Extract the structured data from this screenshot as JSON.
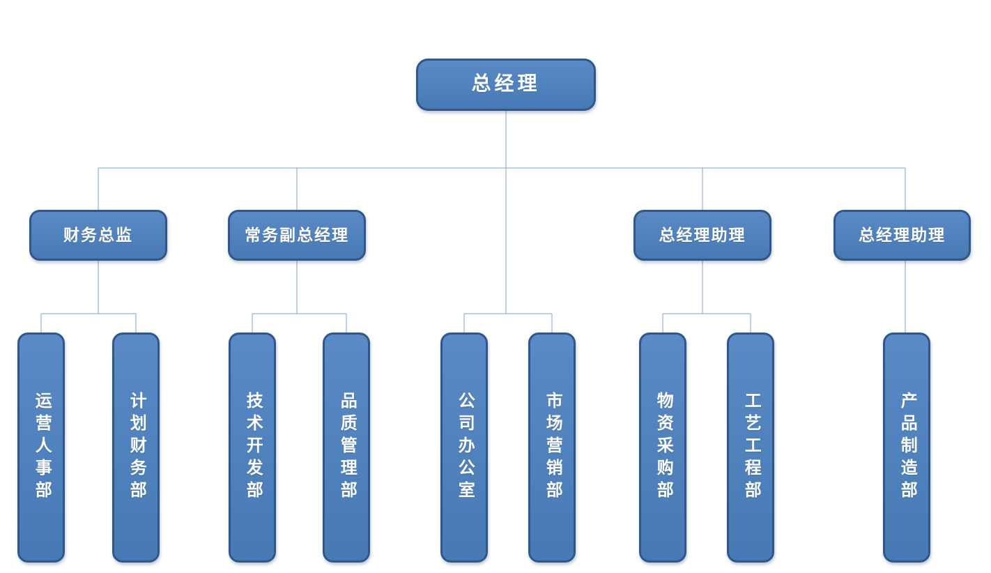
{
  "diagram": {
    "type": "org-chart",
    "root": {
      "label": "总经理"
    },
    "managers": [
      {
        "label": "财务总监",
        "reports_to": "总经理"
      },
      {
        "label": "常务副总经理",
        "reports_to": "总经理"
      },
      {
        "label": "总经理助理",
        "reports_to": "总经理"
      },
      {
        "label": "总经理助理",
        "reports_to": "总经理"
      }
    ],
    "departments": [
      {
        "label": "运营人事部",
        "parent": "财务总监"
      },
      {
        "label": "计划财务部",
        "parent": "财务总监"
      },
      {
        "label": "技术开发部",
        "parent": "常务副总经理"
      },
      {
        "label": "品质管理部",
        "parent": "常务副总经理"
      },
      {
        "label": "公司办公室",
        "parent": "总经理"
      },
      {
        "label": "市场营销部",
        "parent": "总经理"
      },
      {
        "label": "物资采购部",
        "parent": "总经理助理"
      },
      {
        "label": "工艺工程部",
        "parent": "总经理助理"
      },
      {
        "label": "产品制造部",
        "parent": "总经理助理"
      }
    ],
    "colors": {
      "box_fill": "#4F81BD",
      "box_fill_light": "#5B8AC6",
      "box_fill_dark": "#477AB5",
      "box_border": "#30578B",
      "connector": "#7FA1C8",
      "text": "#FFFFFF"
    }
  }
}
